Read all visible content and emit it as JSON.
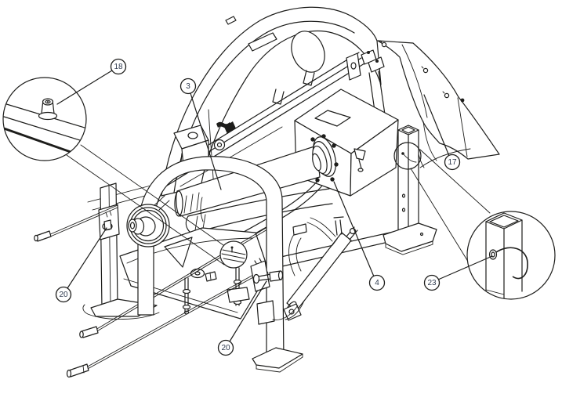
{
  "diagram": {
    "background": "#ffffff",
    "line_color": "#1d1d1b",
    "callout_text_color": "#2e3a4e",
    "callouts": [
      {
        "label": "18"
      },
      {
        "label": "3"
      },
      {
        "label": "17"
      },
      {
        "label": "4"
      },
      {
        "label": "23"
      },
      {
        "label": "20"
      },
      {
        "label": "20"
      }
    ]
  }
}
